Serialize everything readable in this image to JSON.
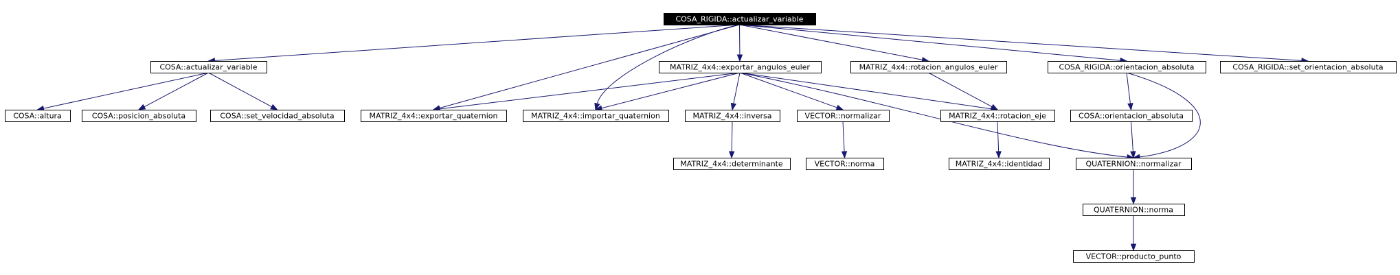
{
  "colors": {
    "edge": "#191970",
    "node_border": "#000000",
    "root_fill": "#000000",
    "root_text": "#ffffff"
  },
  "nodes": [
    {
      "id": "root",
      "label": "COSA_RIGIDA::actualizar_variable"
    },
    {
      "id": "cosa_act",
      "label": "COSA::actualizar_variable"
    },
    {
      "id": "exp_euler",
      "label": "MATRIZ_4x4::exportar_angulos_euler"
    },
    {
      "id": "rot_euler",
      "label": "MATRIZ_4x4::rotacion_angulos_euler"
    },
    {
      "id": "cr_orient",
      "label": "COSA_RIGIDA::orientacion_absoluta"
    },
    {
      "id": "cr_set_orient",
      "label": "COSA_RIGIDA::set_orientacion_absoluta"
    },
    {
      "id": "altura",
      "label": "COSA::altura"
    },
    {
      "id": "pos_abs",
      "label": "COSA::posicion_absoluta"
    },
    {
      "id": "set_vel",
      "label": "COSA::set_velocidad_absoluta"
    },
    {
      "id": "exp_quat",
      "label": "MATRIZ_4x4::exportar_quaternion"
    },
    {
      "id": "imp_quat",
      "label": "MATRIZ_4x4::importar_quaternion"
    },
    {
      "id": "inversa",
      "label": "MATRIZ_4x4::inversa"
    },
    {
      "id": "vec_norm",
      "label": "VECTOR::normalizar"
    },
    {
      "id": "rot_eje",
      "label": "MATRIZ_4x4::rotacion_eje"
    },
    {
      "id": "cosa_orient",
      "label": "COSA::orientacion_absoluta"
    },
    {
      "id": "determ",
      "label": "MATRIZ_4x4::determinante"
    },
    {
      "id": "vnorma",
      "label": "VECTOR::norma"
    },
    {
      "id": "identidad",
      "label": "MATRIZ_4x4::identidad"
    },
    {
      "id": "q_norm",
      "label": "QUATERNION::normalizar"
    },
    {
      "id": "q_norma",
      "label": "QUATERNION::norma"
    },
    {
      "id": "prod_punto",
      "label": "VECTOR::producto_punto"
    }
  ],
  "edges": [
    {
      "from": "root",
      "to": "cosa_act"
    },
    {
      "from": "root",
      "to": "exp_quat"
    },
    {
      "from": "root",
      "to": "imp_quat"
    },
    {
      "from": "root",
      "to": "exp_euler"
    },
    {
      "from": "root",
      "to": "rot_euler"
    },
    {
      "from": "root",
      "to": "cr_orient"
    },
    {
      "from": "root",
      "to": "cr_set_orient"
    },
    {
      "from": "cosa_act",
      "to": "altura"
    },
    {
      "from": "cosa_act",
      "to": "pos_abs"
    },
    {
      "from": "cosa_act",
      "to": "set_vel"
    },
    {
      "from": "exp_euler",
      "to": "exp_quat"
    },
    {
      "from": "exp_euler",
      "to": "imp_quat"
    },
    {
      "from": "exp_euler",
      "to": "inversa"
    },
    {
      "from": "exp_euler",
      "to": "vec_norm"
    },
    {
      "from": "exp_euler",
      "to": "rot_eje"
    },
    {
      "from": "exp_euler",
      "to": "q_norm"
    },
    {
      "from": "rot_euler",
      "to": "rot_eje"
    },
    {
      "from": "cr_orient",
      "to": "cosa_orient"
    },
    {
      "from": "cr_orient",
      "to": "q_norm"
    },
    {
      "from": "inversa",
      "to": "determ"
    },
    {
      "from": "vec_norm",
      "to": "vnorma"
    },
    {
      "from": "rot_eje",
      "to": "identidad"
    },
    {
      "from": "cosa_orient",
      "to": "q_norm"
    },
    {
      "from": "q_norm",
      "to": "q_norma"
    },
    {
      "from": "q_norma",
      "to": "prod_punto"
    }
  ]
}
